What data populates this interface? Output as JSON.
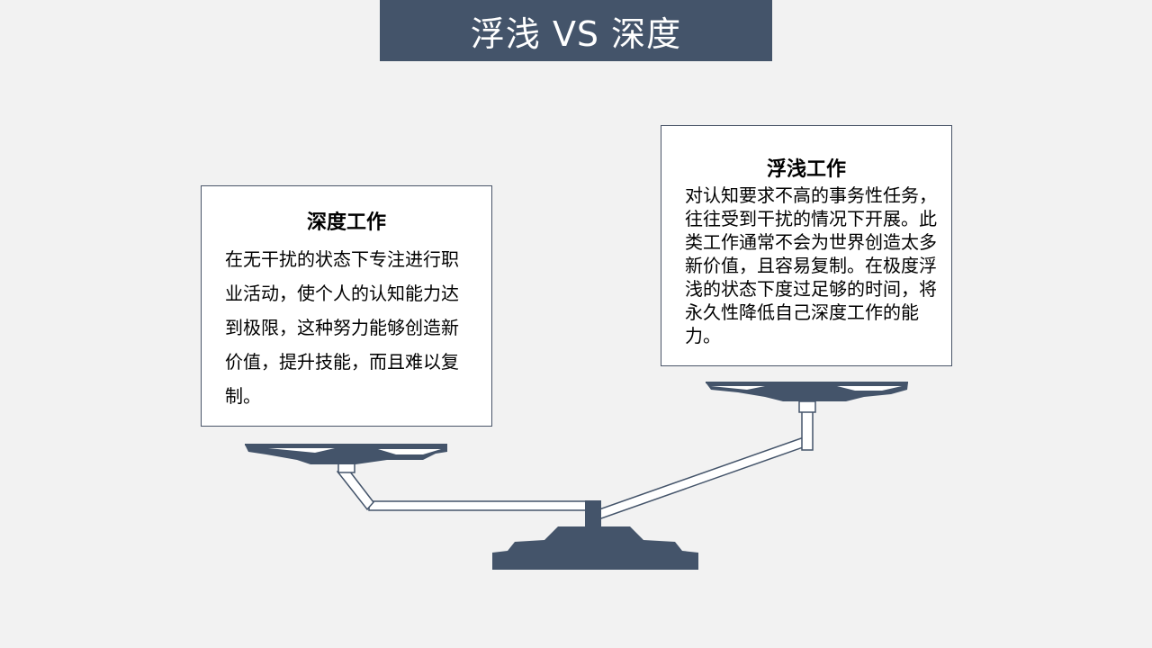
{
  "header": {
    "title": "浮浅 VS 深度"
  },
  "cards": {
    "deep": {
      "title": "深度工作",
      "body": "在无干扰的状态下专注进行职业活动，使个人的认知能力达到极限，这种努力能够创造新价值，提升技能，而且难以复制。"
    },
    "shallow": {
      "title": "浮浅工作",
      "body": "对认知要求不高的事务性任务，往往受到干扰的情况下开展。此类工作通常不会为世界创造太多新价值，且容易复制。在极度浮浅的状态下度过足够的时间，将永久性降低自己深度工作的能力。"
    }
  },
  "colors": {
    "accent": "#44546a",
    "background": "#f2f2f2",
    "card": "#ffffff"
  }
}
